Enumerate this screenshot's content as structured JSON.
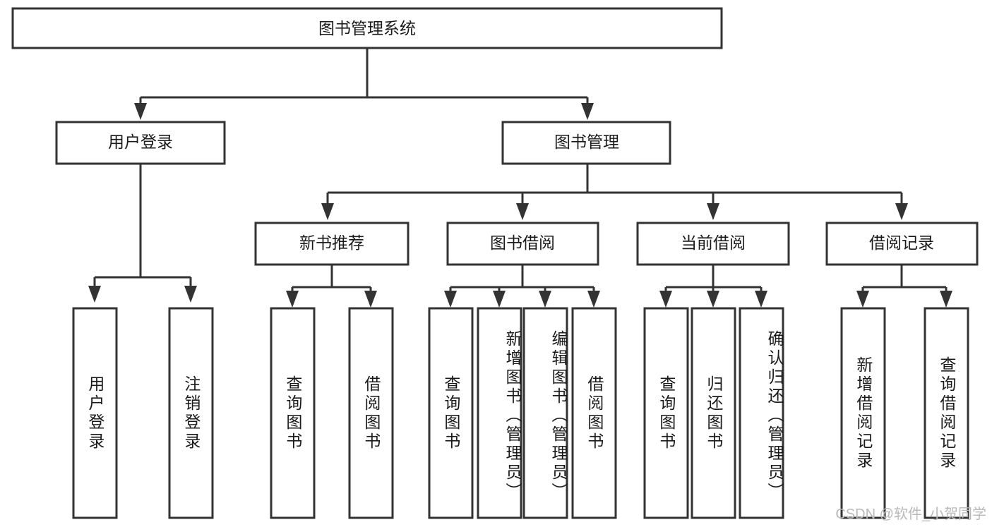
{
  "diagram": {
    "type": "hierarchy-tree",
    "title": "图书管理系统",
    "levels": 4,
    "orientation": "top-down"
  },
  "root": {
    "label": "图书管理系统"
  },
  "level2": [
    {
      "label": "用户登录"
    },
    {
      "label": "图书管理"
    }
  ],
  "level3": [
    {
      "label": "新书推荐"
    },
    {
      "label": "图书借阅"
    },
    {
      "label": "当前借阅"
    },
    {
      "label": "借阅记录"
    }
  ],
  "leaves": {
    "user_login": [
      {
        "label": "用户登录"
      },
      {
        "label": "注销登录"
      }
    ],
    "new_book_recommend": [
      {
        "label": "查询图书"
      },
      {
        "label": "借阅图书"
      }
    ],
    "book_borrow": [
      {
        "label": "查询图书"
      },
      {
        "label": "新增图书（管理员）"
      },
      {
        "label": "编辑图书（管理员）"
      },
      {
        "label": "借阅图书"
      }
    ],
    "current_borrow": [
      {
        "label": "查询图书"
      },
      {
        "label": "归还图书"
      },
      {
        "label": "确认归还（管理员）"
      }
    ],
    "borrow_record": [
      {
        "label": "新增借阅记录"
      },
      {
        "label": "查询借阅记录"
      }
    ]
  },
  "watermark": {
    "text": "CSDN @软件_小贺同学"
  },
  "colors": {
    "stroke": "#333333",
    "box_fill": "#ffffff",
    "text": "#1a1a1a",
    "watermark": "#b9b9b9",
    "background": "#ffffff"
  }
}
